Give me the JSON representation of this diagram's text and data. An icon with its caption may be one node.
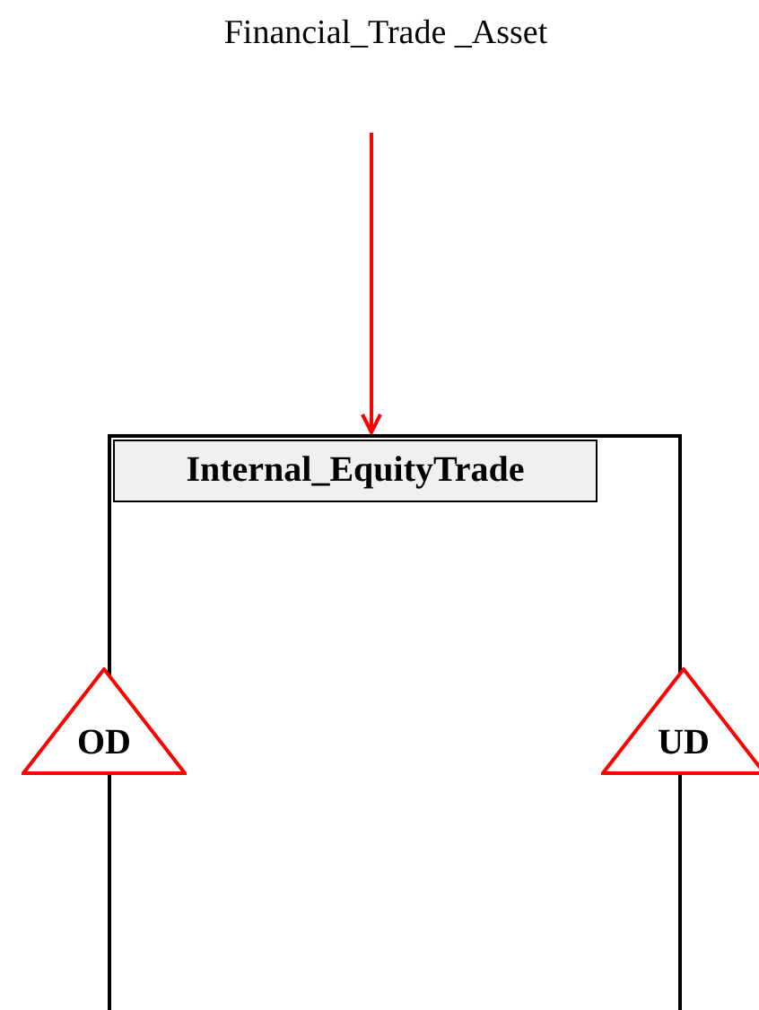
{
  "diagram": {
    "nodes": [
      {
        "text": [
          "Financial_Trade _Asset"
        ]
      },
      {
        "text": [
          "Internal_EquityTrade"
        ]
      },
      {
        "text": [
          "OD"
        ]
      },
      {
        "text": [
          "UD"
        ]
      }
    ],
    "edges": [
      {
        "from": 0,
        "to": 1,
        "arrow": "to",
        "color": "#ff0000"
      }
    ]
  }
}
